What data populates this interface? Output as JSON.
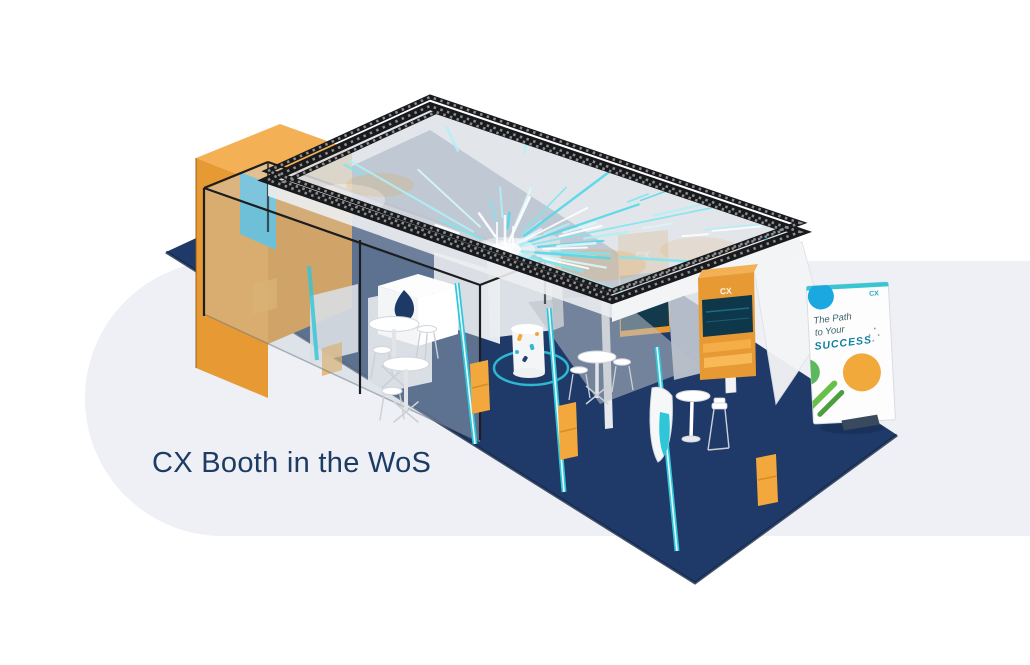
{
  "scene": {
    "caption": "CX Booth in the WoS",
    "booth": {
      "fascia_logo": "CX",
      "panel_logo": "CX",
      "kiosk_logo": "CX"
    },
    "banner": {
      "logo": "CX",
      "line1": "The Path",
      "line2": "to Your",
      "line3": "SUCCESS"
    },
    "colors": {
      "floor": "#1f3a68",
      "floor_edge": "#14284a",
      "accent_orange": "#e79a33",
      "accent_orange_light": "#f3b055",
      "accent_cyan": "#2fc6da",
      "caption_text": "#1d3c63",
      "banner_teal": "#38c6d3",
      "banner_blue": "#1ba7e0",
      "banner_green": "#5cb85c",
      "banner_orange": "#f2a93b",
      "banner_success_text": "#0e7f9e",
      "background_band": "#eef0f5",
      "truss": "#191a1d"
    }
  }
}
